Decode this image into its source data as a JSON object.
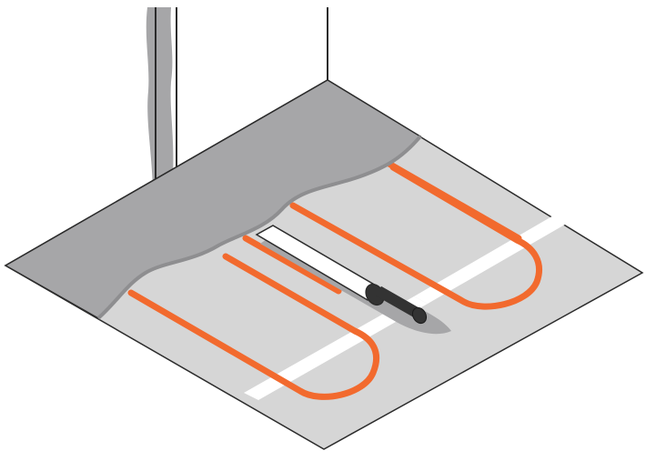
{
  "colors": {
    "background": "#ffffff",
    "floor": "#d6d6d6",
    "screed": "#a6a6a8",
    "screed_edge": "#8e8e90",
    "heating_cable": "#f26a2e",
    "mat_stripe": "#ffffff",
    "conduit": "#ffffff",
    "cable_end": "#333333",
    "outline": "#2b2b2b",
    "shadow": "#a6a6a8"
  },
  "icons": [
    "wall-corner",
    "floor-slab",
    "screed-layer",
    "heating-cable-loops",
    "mat-tape-stripes",
    "cold-tail-conduit"
  ]
}
